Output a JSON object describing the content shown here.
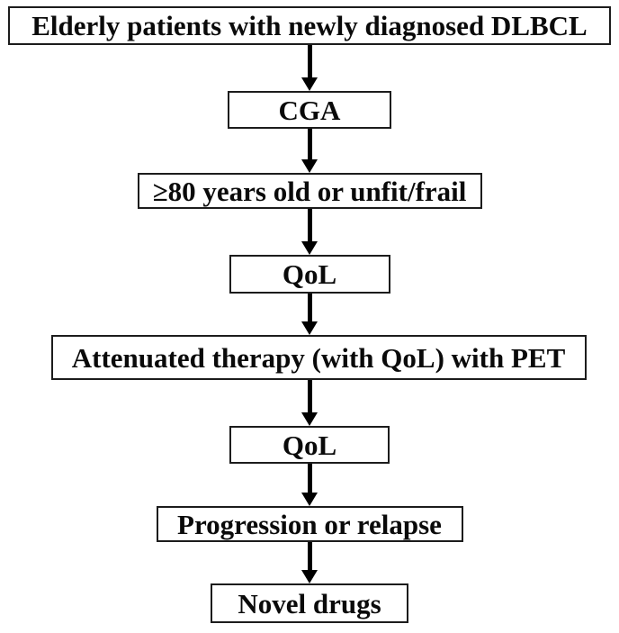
{
  "diagram": {
    "type": "flowchart",
    "direction": "top-down",
    "background_color": "#ffffff",
    "box_border_color": "#1c1c1c",
    "arrow_color": "#000000",
    "text_color": "#0a0a0a",
    "nodes": [
      {
        "id": "elderly-dlbcl",
        "label": "Elderly patients with newly diagnosed DLBCL"
      },
      {
        "id": "cga",
        "label": "CGA"
      },
      {
        "id": "age-unfit-frail",
        "label": "≥80 years old or unfit/frail"
      },
      {
        "id": "qol-1",
        "label": "QoL"
      },
      {
        "id": "attenuated-therapy",
        "label": "Attenuated therapy (with QoL) with PET"
      },
      {
        "id": "qol-2",
        "label": "QoL"
      },
      {
        "id": "progression-relapse",
        "label": "Progression or relapse"
      },
      {
        "id": "novel-drugs",
        "label": "Novel drugs"
      }
    ],
    "edges": [
      {
        "from": "elderly-dlbcl",
        "to": "cga"
      },
      {
        "from": "cga",
        "to": "age-unfit-frail"
      },
      {
        "from": "age-unfit-frail",
        "to": "qol-1"
      },
      {
        "from": "qol-1",
        "to": "attenuated-therapy"
      },
      {
        "from": "attenuated-therapy",
        "to": "qol-2"
      },
      {
        "from": "qol-2",
        "to": "progression-relapse"
      },
      {
        "from": "progression-relapse",
        "to": "novel-drugs"
      }
    ]
  }
}
